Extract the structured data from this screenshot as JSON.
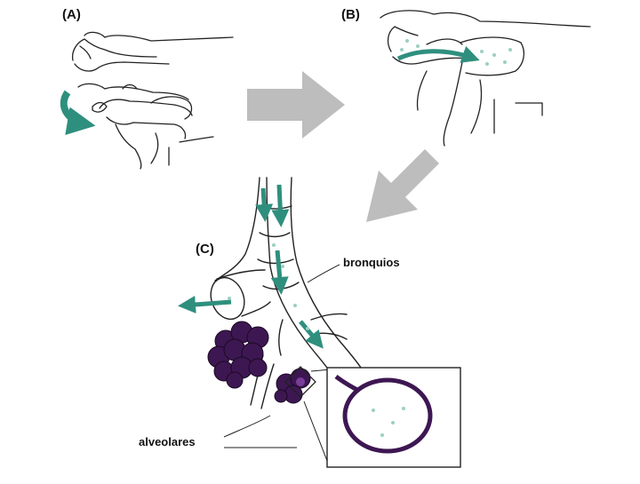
{
  "panels": {
    "a": "(A)",
    "b": "(B)",
    "c": "(C)"
  },
  "labels": {
    "bronchi": "bronquios",
    "alveoli": "alveolares"
  },
  "colors": {
    "arrow_teal": "#2f8f7e",
    "alveoli_purple": "#3d1752",
    "block_arrow_gray": "#bdbdbd",
    "line": "#222222"
  },
  "icons": {
    "block_arrow_right": "block-arrow-right-icon",
    "block_arrow_down_left": "block-arrow-down-left-icon"
  }
}
